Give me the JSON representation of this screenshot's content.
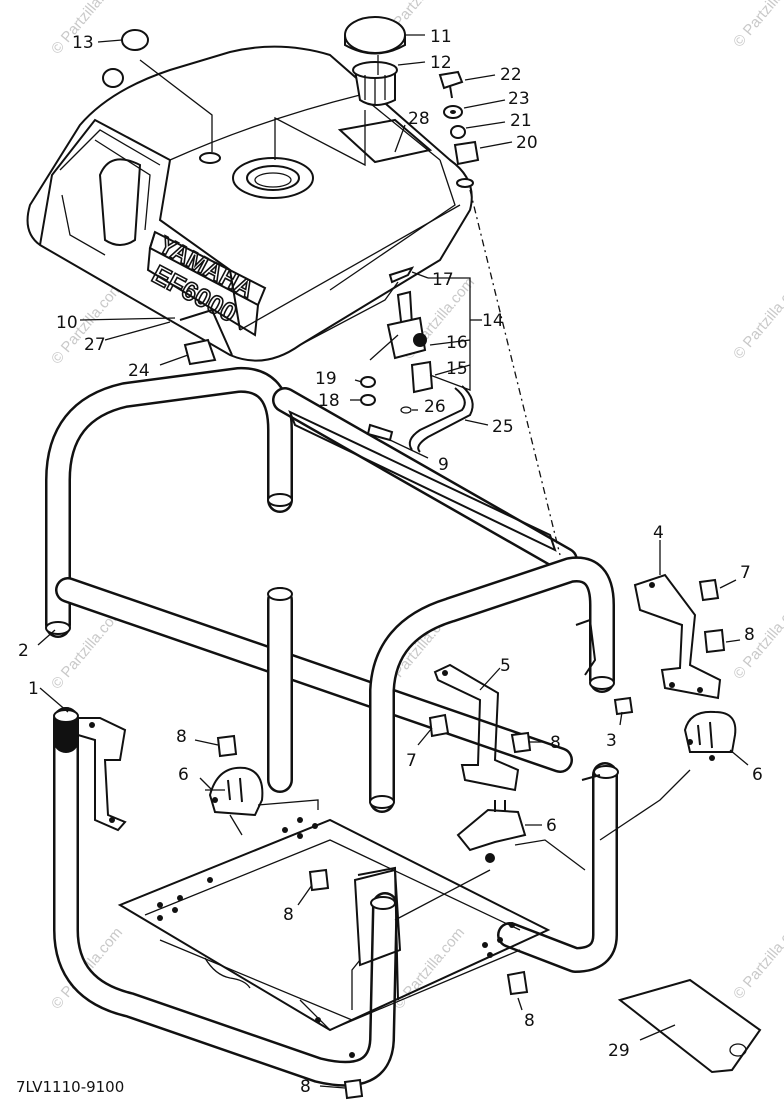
{
  "diagram": {
    "brand_text": "YAMAHA",
    "model_text": "EF6000",
    "drawing_code": "7LV1110-9100",
    "watermark": "© Partzilla.com",
    "callouts": [
      {
        "id": "c1",
        "text": "1"
      },
      {
        "id": "c2",
        "text": "2"
      },
      {
        "id": "c3",
        "text": "3"
      },
      {
        "id": "c4",
        "text": "4"
      },
      {
        "id": "c5",
        "text": "5"
      },
      {
        "id": "c6a",
        "text": "6"
      },
      {
        "id": "c6b",
        "text": "6"
      },
      {
        "id": "c6c",
        "text": "6"
      },
      {
        "id": "c7a",
        "text": "7"
      },
      {
        "id": "c7b",
        "text": "7"
      },
      {
        "id": "c8a",
        "text": "8"
      },
      {
        "id": "c8b",
        "text": "8"
      },
      {
        "id": "c8c",
        "text": "8"
      },
      {
        "id": "c8d",
        "text": "8"
      },
      {
        "id": "c8e",
        "text": "8"
      },
      {
        "id": "c8f",
        "text": "8"
      },
      {
        "id": "c9",
        "text": "9"
      },
      {
        "id": "c10",
        "text": "10"
      },
      {
        "id": "c11",
        "text": "11"
      },
      {
        "id": "c12",
        "text": "12"
      },
      {
        "id": "c13",
        "text": "13"
      },
      {
        "id": "c14",
        "text": "14"
      },
      {
        "id": "c15",
        "text": "15"
      },
      {
        "id": "c16",
        "text": "16"
      },
      {
        "id": "c17",
        "text": "17"
      },
      {
        "id": "c18",
        "text": "18"
      },
      {
        "id": "c19",
        "text": "19"
      },
      {
        "id": "c20",
        "text": "20"
      },
      {
        "id": "c21",
        "text": "21"
      },
      {
        "id": "c22",
        "text": "22"
      },
      {
        "id": "c23",
        "text": "23"
      },
      {
        "id": "c24",
        "text": "24"
      },
      {
        "id": "c25",
        "text": "25"
      },
      {
        "id": "c26",
        "text": "26"
      },
      {
        "id": "c27",
        "text": "27"
      },
      {
        "id": "c28",
        "text": "28"
      },
      {
        "id": "c29",
        "text": "29"
      }
    ]
  }
}
